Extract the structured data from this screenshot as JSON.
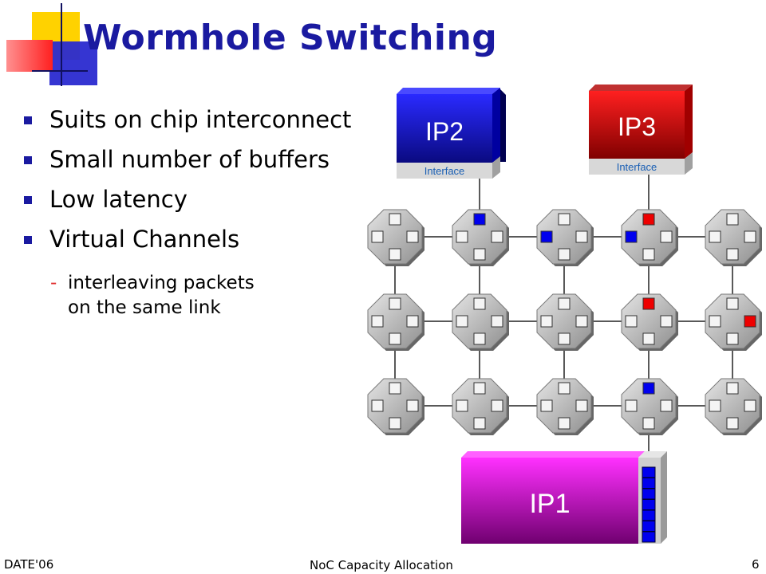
{
  "slide": {
    "title": "Wormhole Switching",
    "bullets": [
      {
        "text": "Suits on chip interconnect"
      },
      {
        "text": "Small number of buffers"
      },
      {
        "text": "Low latency"
      },
      {
        "text": "Virtual Channels"
      }
    ],
    "sub_bullet": {
      "dash": "-",
      "lines": [
        "interleaving packets",
        "on the same link"
      ]
    }
  },
  "diagram": {
    "ip2": {
      "label": "IP2",
      "interface": "Interface",
      "color": "#1a1acc"
    },
    "ip3": {
      "label": "IP3",
      "interface": "Interface",
      "color": "#cc1111"
    },
    "ip1": {
      "label": "IP1",
      "color": "#cc22cc"
    },
    "colors": {
      "blue_flit": "#0000ee",
      "red_flit": "#ee0000"
    }
  },
  "footer": {
    "left": "DATE'06",
    "center": "NoC Capacity Allocation",
    "page": "6"
  }
}
